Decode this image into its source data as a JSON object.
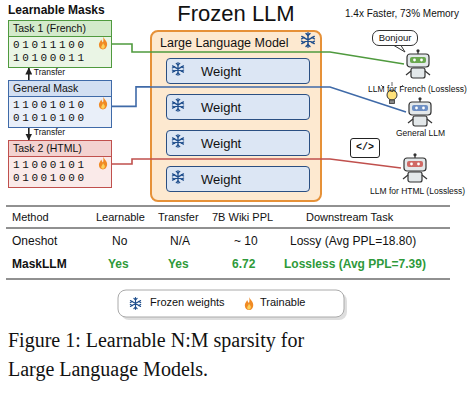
{
  "diagram": {
    "title": "Frozen LLM",
    "caption": "Figure 1: Learnable N:M sparsity for Large Language Models.",
    "nodes": [
      {
        "text": [
          "Task 1 (French)",
          "01011100 10100011"
        ]
      },
      {
        "text": [
          "General Mask",
          "11001010 01010100"
        ]
      },
      {
        "text": [
          "Task 2 (HTML)",
          "11000101 01001000"
        ]
      },
      {
        "text": [
          "Large Language Model"
        ]
      },
      {
        "text": [
          "Weight"
        ],
        "in": 3
      },
      {
        "text": [
          "Weight"
        ],
        "in": 3
      },
      {
        "text": [
          "Weight"
        ],
        "in": 3
      },
      {
        "text": [
          "Weight"
        ],
        "in": 3
      },
      {
        "text": [
          "Bonjour"
        ]
      },
      {
        "text": [
          "</>"
        ]
      }
    ],
    "edges": [
      {
        "from": 1,
        "to": 0,
        "arrow": "to",
        "label": "Transfer"
      },
      {
        "from": 1,
        "to": 2,
        "arrow": "to",
        "label": "Transfer"
      },
      {
        "from": 0,
        "to": 3,
        "arrow": "none"
      },
      {
        "from": 1,
        "to": 3,
        "arrow": "none"
      },
      {
        "from": 2,
        "to": 3,
        "arrow": "none"
      }
    ],
    "labels": [
      "Learnable Masks",
      "1.4x Faster, 73% Memory",
      "LLM for French (Lossless)",
      "General LLM",
      "LLM for HTML (Lossless)",
      "Method",
      "Learnable",
      "Transfer",
      "7B Wiki PPL",
      "Downstream Task",
      "Oneshot",
      "No",
      "N/A",
      "~ 10",
      "Lossy (Avg PPL=18.80)",
      "MaskLLM",
      "Yes",
      "Yes",
      "6.72",
      "Lossless (Avg PPL=7.39)"
    ],
    "legend": [
      {
        "text": "Frozen weights"
      },
      {
        "text": "Trainable"
      }
    ]
  }
}
